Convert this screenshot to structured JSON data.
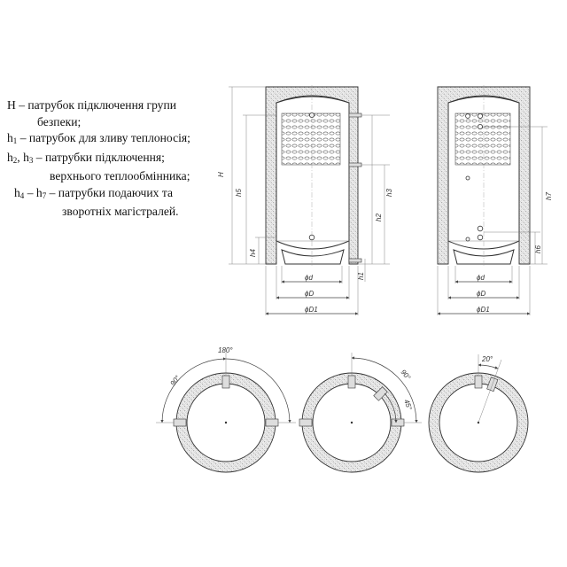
{
  "legend": {
    "line1": "H – патрубок підключення групи",
    "line2": "безпеки;",
    "line3_a": "h",
    "line3_sub1": "1",
    "line3_b": " – патрубок для зливу теплоносія;",
    "line4_a": "h",
    "line4_sub2": "2",
    "line4_b": ", h",
    "line4_sub3": "3",
    "line4_c": " – патрубки підключення;",
    "line5": "верхнього теплообмінника;",
    "line6_a": "h",
    "line6_sub4": "4",
    "line6_b": " – h",
    "line6_sub7": "7",
    "line6_c": "  – патрубки подаючих та",
    "line7": "зворотніх магістралей."
  },
  "dims": {
    "H": "H",
    "h5": "h5",
    "h4": "h4",
    "h2": "h2",
    "h3": "h3",
    "h1": "h1",
    "h7": "h7",
    "h6": "h6",
    "d": "ϕd",
    "D": "ϕD",
    "D1": "ϕD1"
  },
  "angles": {
    "a180": "180°",
    "a90": "90°",
    "b90": "90°",
    "b45": "45°",
    "c20": "20°"
  }
}
